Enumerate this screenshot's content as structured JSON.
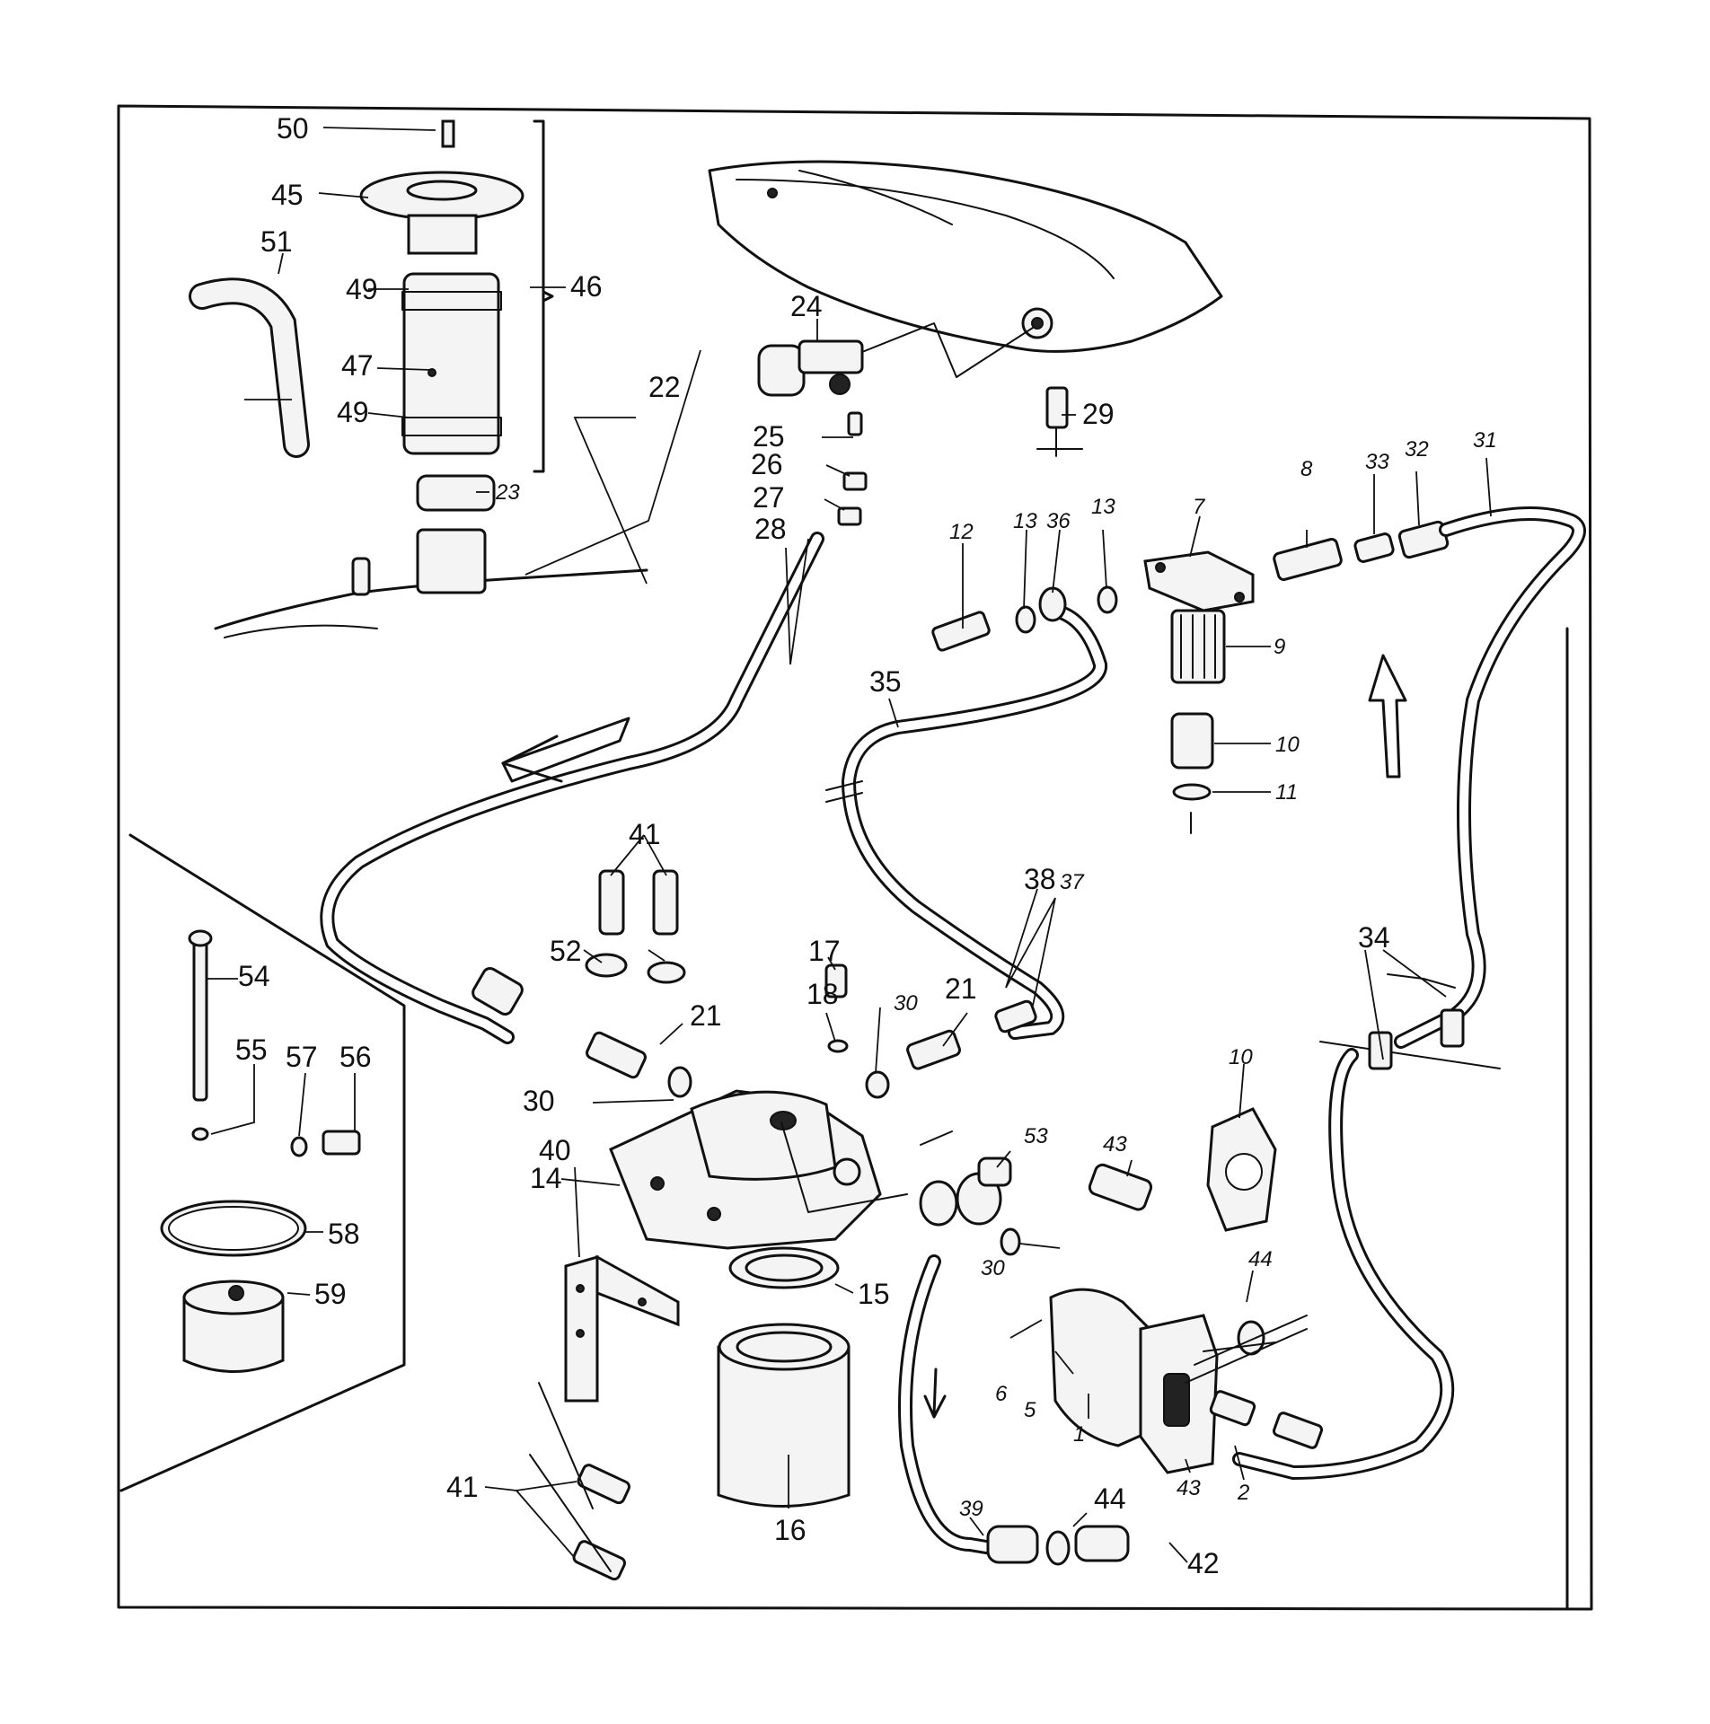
{
  "diagram": {
    "callouts": [
      {
        "id": "c50",
        "text": "50"
      },
      {
        "id": "c45",
        "text": "45"
      },
      {
        "id": "c51",
        "text": "51"
      },
      {
        "id": "c49a",
        "text": "49"
      },
      {
        "id": "c46",
        "text": "46"
      },
      {
        "id": "c47",
        "text": "47"
      },
      {
        "id": "c49b",
        "text": "49"
      },
      {
        "id": "c23",
        "text": "23"
      },
      {
        "id": "c22",
        "text": "22"
      },
      {
        "id": "c24",
        "text": "24"
      },
      {
        "id": "c29",
        "text": "29"
      },
      {
        "id": "c25",
        "text": "25"
      },
      {
        "id": "c26",
        "text": "26"
      },
      {
        "id": "c27",
        "text": "27"
      },
      {
        "id": "c28",
        "text": "28"
      },
      {
        "id": "c7",
        "text": "7"
      },
      {
        "id": "c8",
        "text": "8"
      },
      {
        "id": "c33",
        "text": "33"
      },
      {
        "id": "c32",
        "text": "32"
      },
      {
        "id": "c31",
        "text": "31"
      },
      {
        "id": "c12",
        "text": "12"
      },
      {
        "id": "c13a",
        "text": "13"
      },
      {
        "id": "c36",
        "text": "36"
      },
      {
        "id": "c13b",
        "text": "13"
      },
      {
        "id": "c9",
        "text": "9"
      },
      {
        "id": "c35",
        "text": "35"
      },
      {
        "id": "c10a",
        "text": "10"
      },
      {
        "id": "c11",
        "text": "11"
      },
      {
        "id": "c41a",
        "text": "41"
      },
      {
        "id": "c38",
        "text": "38"
      },
      {
        "id": "c37",
        "text": "37"
      },
      {
        "id": "c52",
        "text": "52"
      },
      {
        "id": "c17",
        "text": "17"
      },
      {
        "id": "c18",
        "text": "18"
      },
      {
        "id": "c30a",
        "text": "30"
      },
      {
        "id": "c21a",
        "text": "21"
      },
      {
        "id": "c21b",
        "text": "21"
      },
      {
        "id": "c34",
        "text": "34"
      },
      {
        "id": "c54",
        "text": "54"
      },
      {
        "id": "c55",
        "text": "55"
      },
      {
        "id": "c57",
        "text": "57"
      },
      {
        "id": "c56",
        "text": "56"
      },
      {
        "id": "c30b",
        "text": "30"
      },
      {
        "id": "c53",
        "text": "53"
      },
      {
        "id": "c43",
        "text": "43"
      },
      {
        "id": "c10b",
        "text": "10"
      },
      {
        "id": "c14",
        "text": "14"
      },
      {
        "id": "c58",
        "text": "58"
      },
      {
        "id": "c40",
        "text": "40"
      },
      {
        "id": "c30c",
        "text": "30"
      },
      {
        "id": "c59",
        "text": "59"
      },
      {
        "id": "c15",
        "text": "15"
      },
      {
        "id": "c44a",
        "text": "44"
      },
      {
        "id": "c6",
        "text": "6"
      },
      {
        "id": "c5",
        "text": "5"
      },
      {
        "id": "c1",
        "text": "1"
      },
      {
        "id": "c39",
        "text": "39"
      },
      {
        "id": "c44b",
        "text": "44"
      },
      {
        "id": "c43b",
        "text": "43"
      },
      {
        "id": "c2",
        "text": "2"
      },
      {
        "id": "c41b",
        "text": "41"
      },
      {
        "id": "c16",
        "text": "16"
      },
      {
        "id": "c42",
        "text": "42"
      }
    ]
  }
}
